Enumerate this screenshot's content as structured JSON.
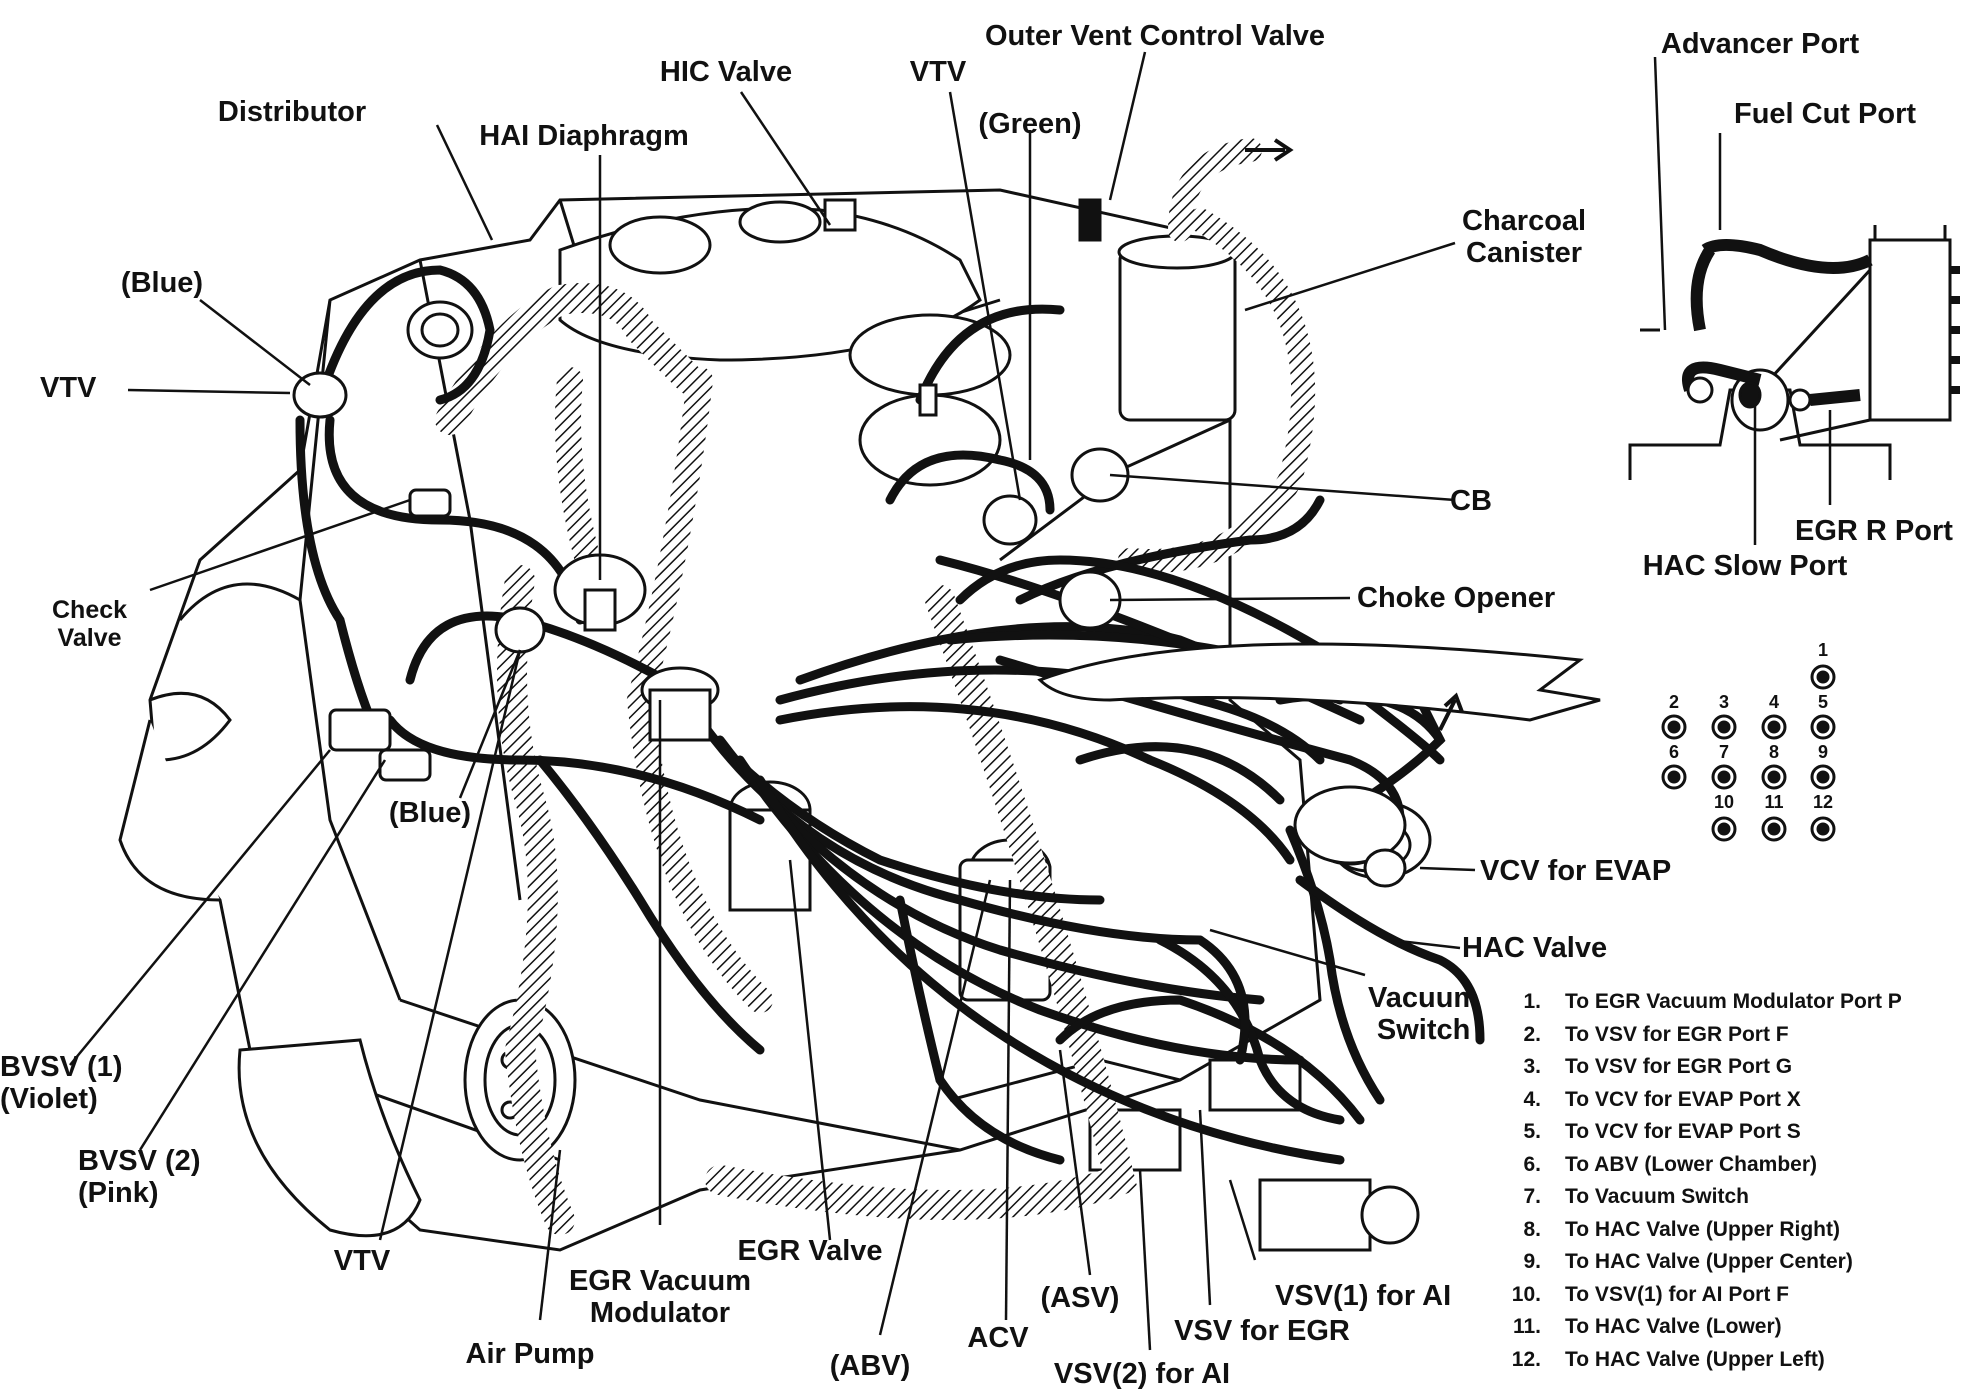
{
  "labels": {
    "outer_vent_control_valve": "Outer Vent Control Valve",
    "advancer_port": "Advancer Port",
    "fuel_cut_port": "Fuel Cut Port",
    "hic_valve": "HIC Valve",
    "vtv_top": "VTV",
    "distributor": "Distributor",
    "hai_diaphragm": "HAI Diaphragm",
    "green": "(Green)",
    "charcoal_canister": "Charcoal\nCanister",
    "blue_top": "(Blue)",
    "vtv_left": "VTV",
    "cb": "CB",
    "egr_r_port": "EGR R Port",
    "hac_slow_port": "HAC Slow Port",
    "check_valve": "Check\nValve",
    "choke_opener": "Choke Opener",
    "blue_bottom": "(Blue)",
    "vcv_for_evap": "VCV for EVAP",
    "hac_valve": "HAC Valve",
    "vacuum_switch": "Vacuum\nSwitch",
    "bvsv1": "BVSV (1)\n(Violet)",
    "bvsv2": "BVSV (2)\n(Pink)",
    "vtv_bottom": "VTV",
    "egr_valve": "EGR Valve",
    "egr_vacuum_modulator": "EGR Vacuum\nModulator",
    "asv": "(ASV)",
    "vsv1_for_ai": "VSV(1) for AI",
    "vsv_for_egr": "VSV for EGR",
    "acv": "ACV",
    "air_pump": "Air Pump",
    "abv": "(ABV)",
    "vsv2_for_ai": "VSV(2) for AI"
  },
  "port_numbers": [
    "1",
    "2",
    "3",
    "4",
    "5",
    "6",
    "7",
    "8",
    "9",
    "10",
    "11",
    "12"
  ],
  "legend": [
    {
      "num": "1.",
      "text": "To EGR Vacuum Modulator Port P"
    },
    {
      "num": "2.",
      "text": "To VSV for EGR Port F"
    },
    {
      "num": "3.",
      "text": "To VSV for EGR Port G"
    },
    {
      "num": "4.",
      "text": "To VCV for EVAP Port X"
    },
    {
      "num": "5.",
      "text": "To VCV for EVAP Port S"
    },
    {
      "num": "6.",
      "text": "To ABV (Lower Chamber)"
    },
    {
      "num": "7.",
      "text": "To Vacuum Switch"
    },
    {
      "num": "8.",
      "text": "To HAC Valve (Upper Right)"
    },
    {
      "num": "9.",
      "text": "To HAC Valve (Upper Center)"
    },
    {
      "num": "10.",
      "text": "To VSV(1) for AI Port F"
    },
    {
      "num": "11.",
      "text": "To HAC Valve (Lower)"
    },
    {
      "num": "12.",
      "text": "To HAC Valve (Upper Left)"
    }
  ]
}
